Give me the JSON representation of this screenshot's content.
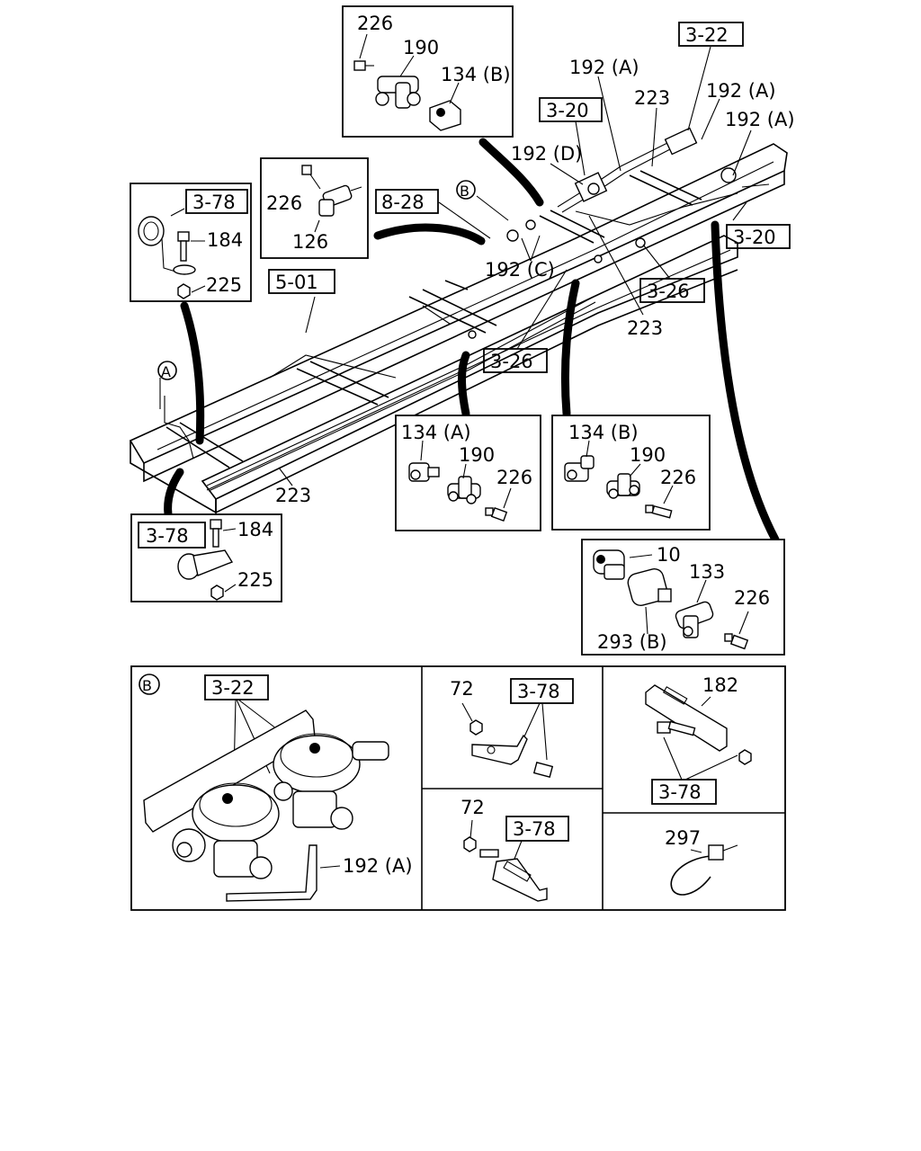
{
  "refs": {
    "r322_top": "3-22",
    "r320_top": "3-20",
    "r828": "8-28",
    "r501": "5-01",
    "r378_left": "3-78",
    "r378_lower": "3-78",
    "r320_right": "3-20",
    "r326_right": "3-26",
    "r326_mid": "3-26",
    "r322_b": "3-22",
    "r378_mid_top": "3-78",
    "r378_mid_bot": "3-78",
    "r378_right": "3-78"
  },
  "labels": {
    "p226_a": "226",
    "p190_a": "190",
    "p134b_a": "134 (B)",
    "p192a_1": "192 (A)",
    "p223_1": "223",
    "p192a_2": "192 (A)",
    "p192a_3": "192 (A)",
    "p192d": "192 (D)",
    "p226_b": "226",
    "p126": "126",
    "p184_a": "184",
    "p225_a": "225",
    "p192c": "192 (C)",
    "p223_2": "223",
    "p223_3": "223",
    "p184_b": "184",
    "p225_b": "225",
    "p134a": "134 (A)",
    "p190_b": "190",
    "p226_c": "226",
    "p134b_b": "134 (B)",
    "p190_c": "190",
    "p226_d": "226",
    "p10": "10",
    "p133": "133",
    "p226_e": "226",
    "p293b": "293 (B)",
    "p192a_b": "192 (A)",
    "p72_a": "72",
    "p72_b": "72",
    "p182": "182",
    "p297": "297"
  },
  "callouts": {
    "circle_a": "A",
    "circle_b": "B",
    "circle_b_panel": "B"
  }
}
